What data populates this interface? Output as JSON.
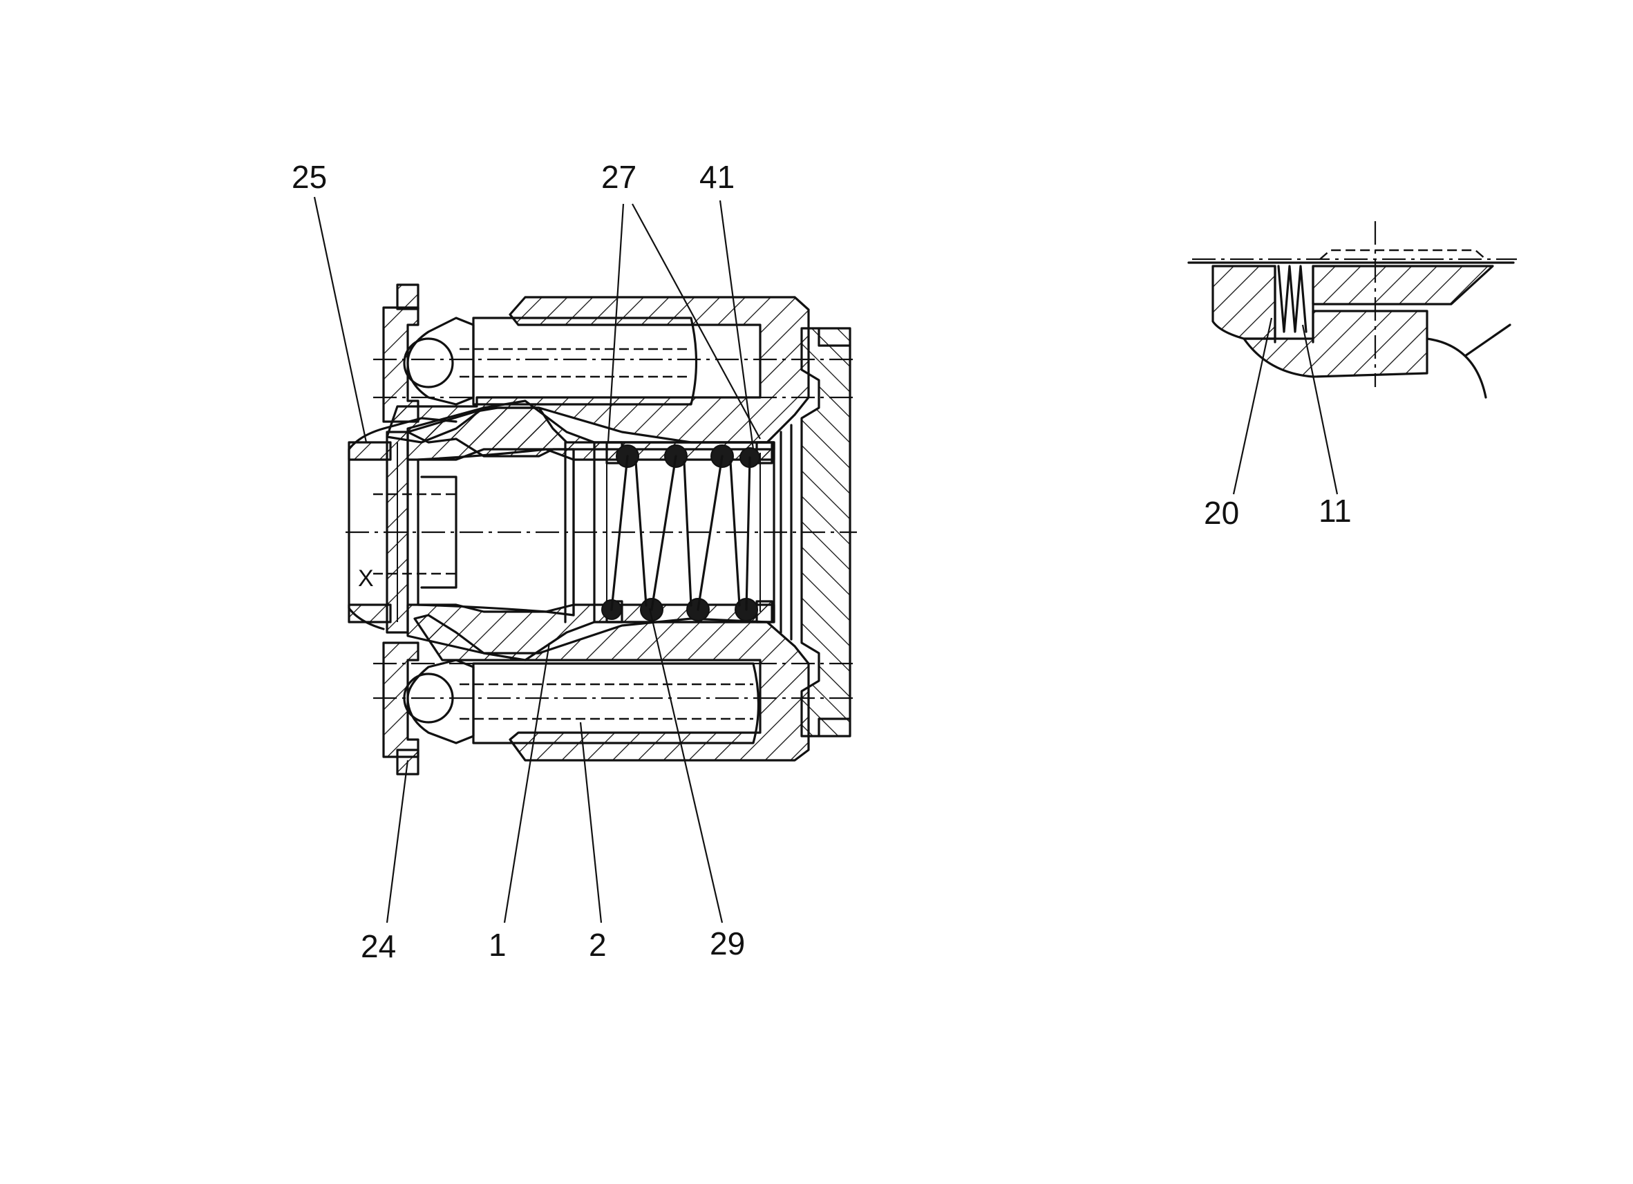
{
  "figure": {
    "reference_numerals": [
      "25",
      "27",
      "41",
      "24",
      "1",
      "2",
      "29",
      "20",
      "11"
    ],
    "section_mark": "X"
  }
}
